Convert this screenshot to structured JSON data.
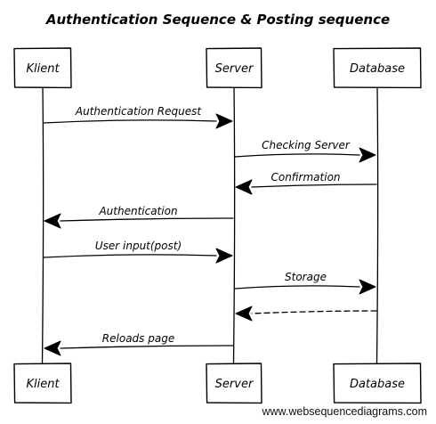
{
  "title": "Authentication Sequence & Posting sequence",
  "participants": [
    {
      "id": "klient",
      "label": "Klient"
    },
    {
      "id": "server",
      "label": "Server"
    },
    {
      "id": "database",
      "label": "Database"
    }
  ],
  "messages": [
    {
      "from": "klient",
      "to": "server",
      "label": "Authentication Request",
      "style": "solid"
    },
    {
      "from": "server",
      "to": "database",
      "label": "Checking Server",
      "style": "solid"
    },
    {
      "from": "database",
      "to": "server",
      "label": "Confirmation",
      "style": "solid"
    },
    {
      "from": "server",
      "to": "klient",
      "label": "Authentication",
      "style": "solid"
    },
    {
      "from": "klient",
      "to": "server",
      "label": "User input(post)",
      "style": "solid"
    },
    {
      "from": "server",
      "to": "database",
      "label": "Storage",
      "style": "solid"
    },
    {
      "from": "database",
      "to": "server",
      "label": "",
      "style": "dashed"
    },
    {
      "from": "server",
      "to": "klient",
      "label": "Reloads page",
      "style": "solid"
    }
  ],
  "footer": {
    "watermark": "www.websequencediagrams.com"
  }
}
